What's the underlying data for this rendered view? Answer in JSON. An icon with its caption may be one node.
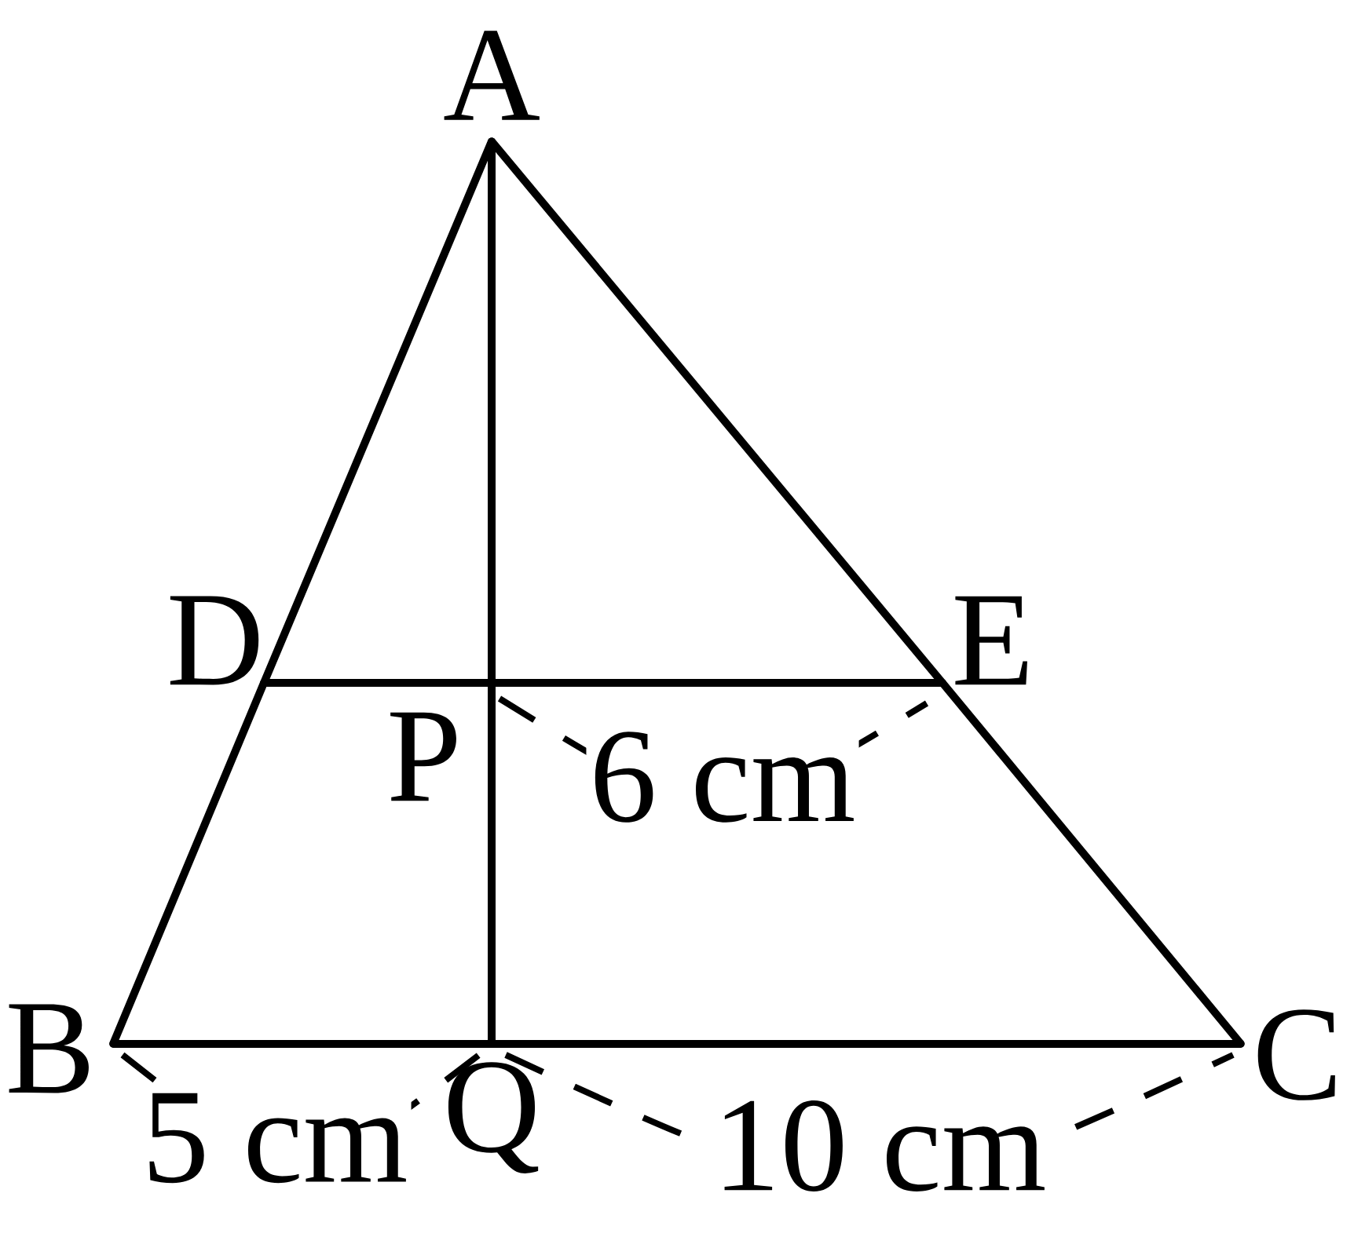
{
  "diagram": {
    "nodes": [
      {
        "text": [
          "A"
        ]
      },
      {
        "text": [
          "B"
        ]
      },
      {
        "text": [
          "C"
        ]
      },
      {
        "text": [
          "D"
        ]
      },
      {
        "text": [
          "E"
        ]
      },
      {
        "text": [
          "P"
        ]
      },
      {
        "text": [
          "Q"
        ]
      }
    ],
    "edges": [
      {
        "from": 0,
        "to": 3,
        "arrow": "none"
      },
      {
        "from": 3,
        "to": 1,
        "arrow": "none"
      },
      {
        "from": 0,
        "to": 4,
        "arrow": "none"
      },
      {
        "from": 4,
        "to": 2,
        "arrow": "none"
      },
      {
        "from": 1,
        "to": 6,
        "arrow": "none"
      },
      {
        "from": 6,
        "to": 2,
        "arrow": "none"
      },
      {
        "from": 3,
        "to": 5,
        "arrow": "none"
      },
      {
        "from": 5,
        "to": 4,
        "arrow": "none"
      },
      {
        "from": 0,
        "to": 5,
        "arrow": "none"
      },
      {
        "from": 5,
        "to": 6,
        "arrow": "none"
      }
    ],
    "labels": [
      "6 cm",
      "5 cm",
      "10 cm"
    ]
  }
}
